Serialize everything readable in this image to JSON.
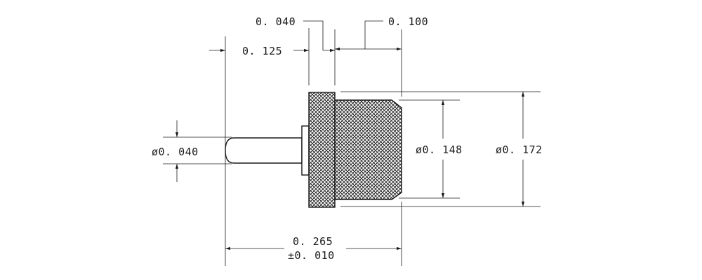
{
  "drawing": {
    "dims": {
      "d_0040": "0. 040",
      "d_0125": "0. 125",
      "d_0100": "0. 100",
      "dia_0040": "ø0. 040",
      "dia_0148": "ø0. 148",
      "dia_0172": "ø0. 172",
      "len_0265": "0. 265",
      "tol_0010": "±0. 010"
    },
    "colors": {
      "ink": "#1a1a1a",
      "paper": "#ffffff"
    }
  }
}
